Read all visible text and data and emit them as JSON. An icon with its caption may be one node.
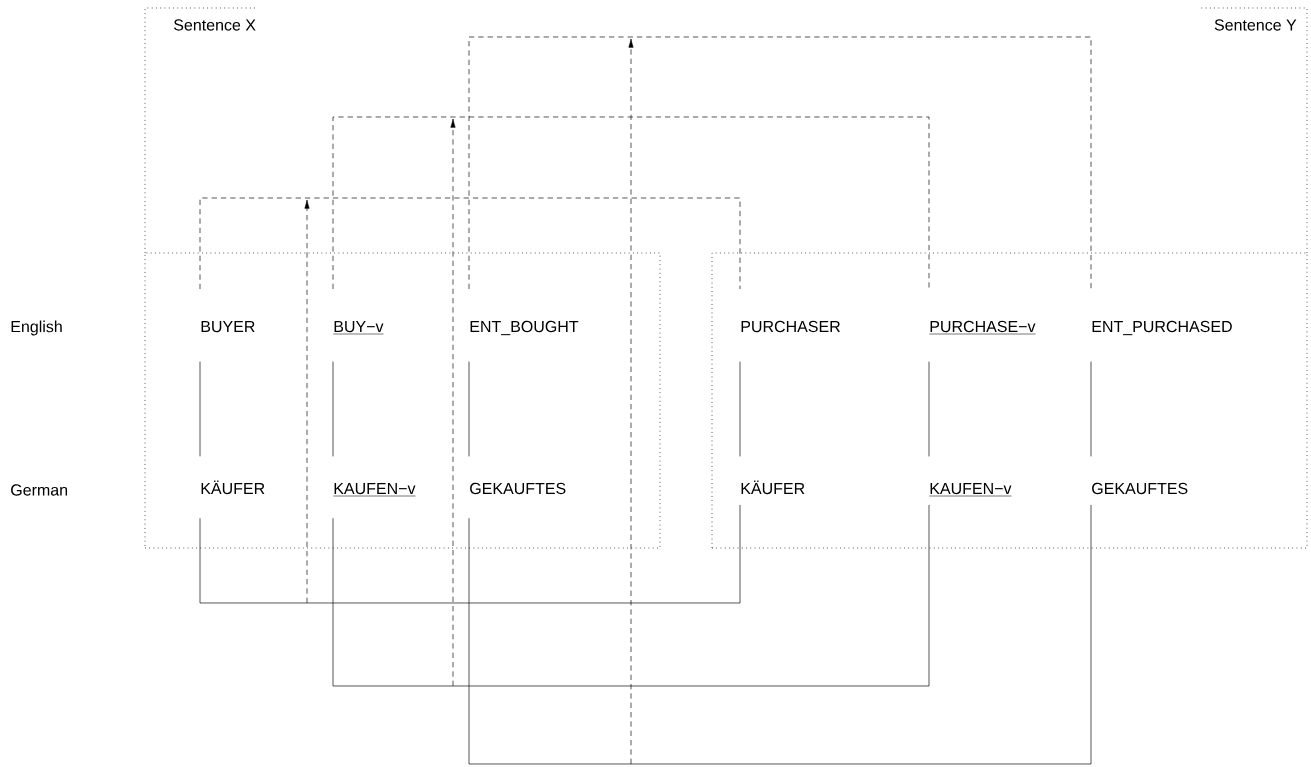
{
  "diagram": {
    "nodes": [
      {
        "text": [
          "Sentence X"
        ]
      },
      {
        "text": [
          "BUYER"
        ],
        "in": 0
      },
      {
        "text": [
          "BUY−v"
        ],
        "in": 0
      },
      {
        "text": [
          "ENT_BOUGHT"
        ],
        "in": 0
      },
      {
        "text": [
          "KÄUFER"
        ],
        "in": 0
      },
      {
        "text": [
          "KAUFEN−v"
        ],
        "in": 0
      },
      {
        "text": [
          "GEKAUFTES"
        ],
        "in": 0
      },
      {
        "text": [
          "Sentence Y"
        ]
      },
      {
        "text": [
          "PURCHASER"
        ],
        "in": 7
      },
      {
        "text": [
          "PURCHASE−v"
        ],
        "in": 7
      },
      {
        "text": [
          "ENT_PURCHASED"
        ],
        "in": 7
      },
      {
        "text": [
          "KÄUFER"
        ],
        "in": 7
      },
      {
        "text": [
          "KAUFEN−v"
        ],
        "in": 7
      },
      {
        "text": [
          "GEKAUFTES"
        ],
        "in": 7
      }
    ],
    "edges": [
      {
        "from": 1,
        "to": 4,
        "arrow": "none"
      },
      {
        "from": 2,
        "to": 5,
        "arrow": "none"
      },
      {
        "from": 3,
        "to": 6,
        "arrow": "none"
      },
      {
        "from": 8,
        "to": 11,
        "arrow": "none"
      },
      {
        "from": 9,
        "to": 12,
        "arrow": "none"
      },
      {
        "from": 10,
        "to": 13,
        "arrow": "none"
      },
      {
        "from": 4,
        "to": 11,
        "arrow": "none"
      },
      {
        "from": 5,
        "to": 12,
        "arrow": "none"
      },
      {
        "from": 6,
        "to": 13,
        "arrow": "none"
      },
      {
        "from": 1,
        "to": 8,
        "arrow": "none",
        "style": "dashed"
      },
      {
        "from": 2,
        "to": 9,
        "arrow": "none",
        "style": "dashed"
      },
      {
        "from": 3,
        "to": 10,
        "arrow": "none",
        "style": "dashed"
      }
    ],
    "labels": [
      "English",
      "German"
    ]
  }
}
